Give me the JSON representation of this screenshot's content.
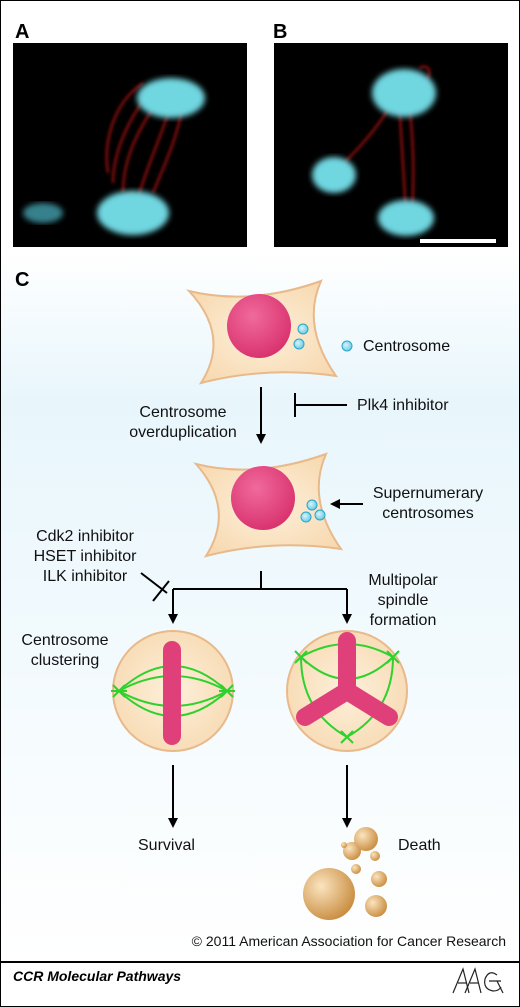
{
  "panels": {
    "a_label": "A",
    "b_label": "B",
    "c_label": "C"
  },
  "labels": {
    "centrosome": "Centrosome",
    "plk4_inhibitor": "Plk4 inhibitor",
    "centrosome_overduplication_1": "Centrosome",
    "centrosome_overduplication_2": "overduplication",
    "supernumerary_1": "Supernumerary",
    "supernumerary_2": "centrosomes",
    "cdk2_inhibitor": "Cdk2 inhibitor",
    "hset_inhibitor": "HSET inhibitor",
    "ilk_inhibitor": "ILK inhibitor",
    "multipolar_1": "Multipolar",
    "multipolar_2": "spindle",
    "multipolar_3": "formation",
    "clustering_1": "Centrosome",
    "clustering_2": "clustering",
    "survival": "Survival",
    "death": "Death"
  },
  "footer": {
    "copyright": "© 2011 American Association for Cancer Research",
    "journal": "CCR Molecular Pathways",
    "logo_text": "AACR"
  },
  "colors": {
    "cell_fill": "#fbe3c0",
    "cell_stroke": "#e8b98a",
    "nucleus": "#e0407a",
    "centrosome": "#7fd4ea",
    "spindle": "#2fd12f",
    "bead": "#d8a35a"
  }
}
